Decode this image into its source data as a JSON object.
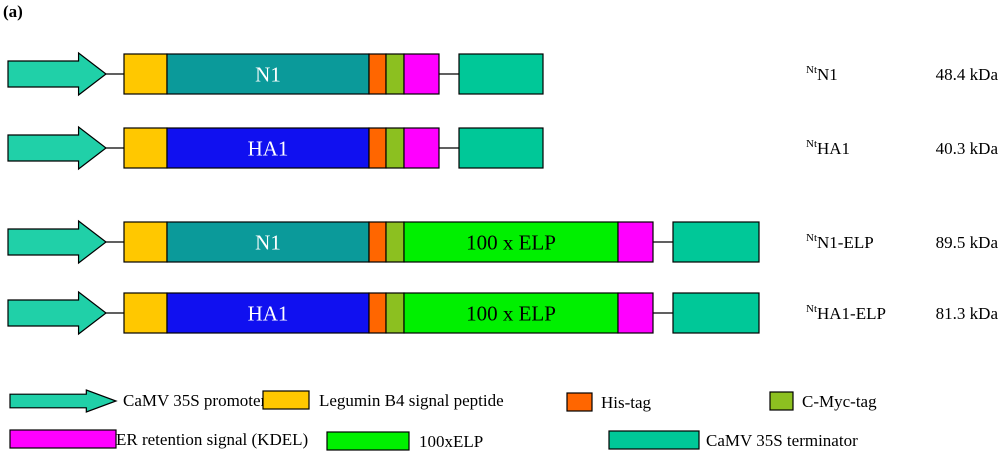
{
  "panel_label": "(a)",
  "colors": {
    "promoter": "#20d0a8",
    "legumin": "#ffc800",
    "n1": "#0b9a9a",
    "ha1": "#1010f0",
    "his": "#ff6600",
    "myc": "#8cc020",
    "kdel": "#ff00ff",
    "elp": "#00f000",
    "terminator": "#00c898",
    "block_text": "#ffffff",
    "elp_text": "#000000",
    "stroke": "#000000"
  },
  "constructs": [
    {
      "antigen": "N1",
      "antigen_color": "n1",
      "elp": false,
      "superscript": "Nt",
      "name": "N1",
      "mass": "48.4 kDa"
    },
    {
      "antigen": "HA1",
      "antigen_color": "ha1",
      "elp": false,
      "superscript": "Nt",
      "name": "HA1",
      "mass": "40.3 kDa"
    },
    {
      "antigen": "N1",
      "antigen_color": "n1",
      "elp": true,
      "elp_label": "100 x ELP",
      "superscript": "Nt",
      "name": "N1-ELP",
      "mass": "89.5 kDa"
    },
    {
      "antigen": "HA1",
      "antigen_color": "ha1",
      "elp": true,
      "elp_label": "100 x ELP",
      "superscript": "Nt",
      "name": "HA1-ELP",
      "mass": "81.3 kDa"
    }
  ],
  "legend": [
    {
      "shape": "arrow",
      "color": "promoter",
      "label": "CaMV 35S promoter"
    },
    {
      "shape": "rect",
      "color": "legumin",
      "label": "Legumin B4 signal peptide"
    },
    {
      "shape": "rect",
      "color": "his",
      "label": "His-tag"
    },
    {
      "shape": "rect",
      "color": "myc",
      "label": "C-Myc-tag"
    },
    {
      "shape": "rect",
      "color": "kdel",
      "label": "ER retention signal (KDEL)"
    },
    {
      "shape": "rect",
      "color": "elp",
      "label": "100xELP"
    },
    {
      "shape": "rect",
      "color": "terminator",
      "label": "CaMV 35S terminator"
    }
  ]
}
